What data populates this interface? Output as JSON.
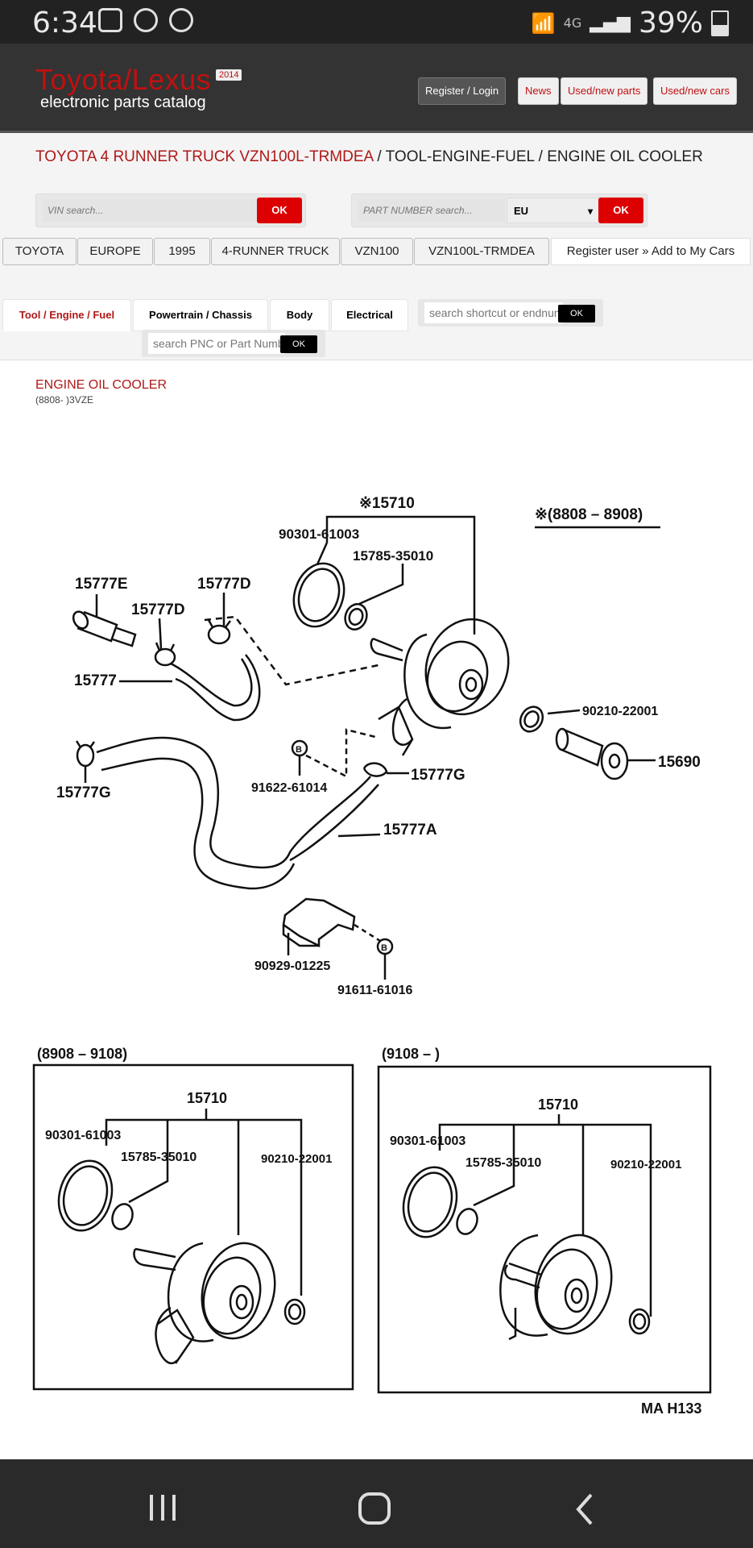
{
  "status_bar": {
    "time": "6:34",
    "network": "4G",
    "battery": "39%"
  },
  "header": {
    "logo": "Toyota/Lexus",
    "logo_year": "2014",
    "logo_sub": "electronic parts catalog",
    "register_login": "Register / Login",
    "news": "News",
    "used_new_parts": "Used/new parts",
    "used_new_cars": "Used/new cars"
  },
  "breadcrumb": {
    "vehicle": "TOYOTA 4 RUNNER TRUCK VZN100L-TRMDEA",
    "rest": " / TOOL-ENGINE-FUEL / ENGINE OIL COOLER"
  },
  "search": {
    "vin_placeholder": "VIN search...",
    "ok": "OK",
    "part_placeholder": "PART NUMBER search...",
    "region": "EU"
  },
  "path": {
    "items": [
      "TOYOTA",
      "EUROPE",
      "1995",
      "4-RUNNER TRUCK",
      "VZN100",
      "VZN100L-TRMDEA"
    ],
    "register": "Register user » Add to My Cars"
  },
  "tabs": {
    "items": [
      "Tool / Engine / Fuel",
      "Powertrain / Chassis",
      "Body",
      "Electrical"
    ],
    "shortcut_placeholder": "search shortcut or endnum",
    "pnc_placeholder": "search PNC or Part Number",
    "ok": "OK"
  },
  "section": {
    "title": "ENGINE OIL COOLER",
    "subtitle": "(8808- )3VZE"
  },
  "diagram": {
    "labels": {
      "l15710_top": "※15710",
      "note_range": "※(8808 – 8908)",
      "l90301_top": "90301-61003",
      "l15785_top": "15785-35010",
      "l15777E": "15777E",
      "l15777D_a": "15777D",
      "l15777D_b": "15777D",
      "l15777": "15777",
      "l90210_top": "90210-22001",
      "l15690": "15690",
      "l91622": "91622-61014",
      "l15777G_r": "15777G",
      "l15777G_l": "15777G",
      "l15777A": "15777A",
      "l90929": "90929-01225",
      "l91611": "91611-61016",
      "box1_range": "(8908 – 9108)",
      "box1_15710": "15710",
      "box1_90301": "90301-61003",
      "box1_15785": "15785-35010",
      "box1_90210": "90210-22001",
      "box2_range": "(9108 –         )",
      "box2_15710": "15710",
      "box2_90301": "90301-61003",
      "box2_15785": "15785-35010",
      "box2_90210": "90210-22001",
      "ref": "MA H133",
      "marker_b": "B"
    }
  }
}
